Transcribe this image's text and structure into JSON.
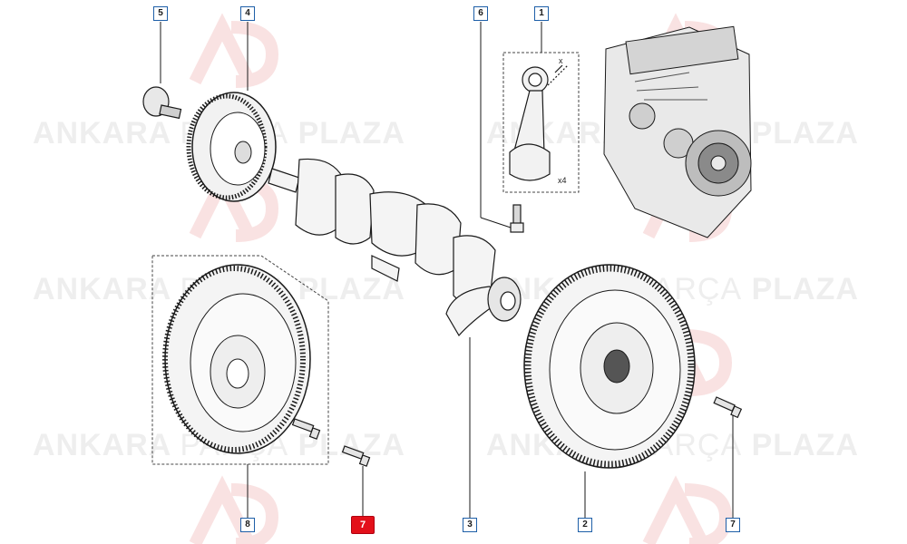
{
  "callouts": [
    {
      "id": "5",
      "highlight": false
    },
    {
      "id": "4",
      "highlight": false
    },
    {
      "id": "6",
      "highlight": false
    },
    {
      "id": "1",
      "highlight": false
    },
    {
      "id": "8",
      "highlight": false
    },
    {
      "id": "7",
      "highlight": true
    },
    {
      "id": "3",
      "highlight": false
    },
    {
      "id": "2",
      "highlight": false
    },
    {
      "id": "7",
      "highlight": false
    }
  ],
  "watermark": {
    "word1": "ANKARA",
    "word2": "PARÇA",
    "word3": "PLAZA"
  },
  "detail_labels": {
    "x_mark": "x",
    "count": "x4"
  },
  "colors": {
    "callout_border": "#1e5fa8",
    "highlight": "#e3101a",
    "line": "#1a1a1a",
    "watermark_logo": "#e06060"
  }
}
